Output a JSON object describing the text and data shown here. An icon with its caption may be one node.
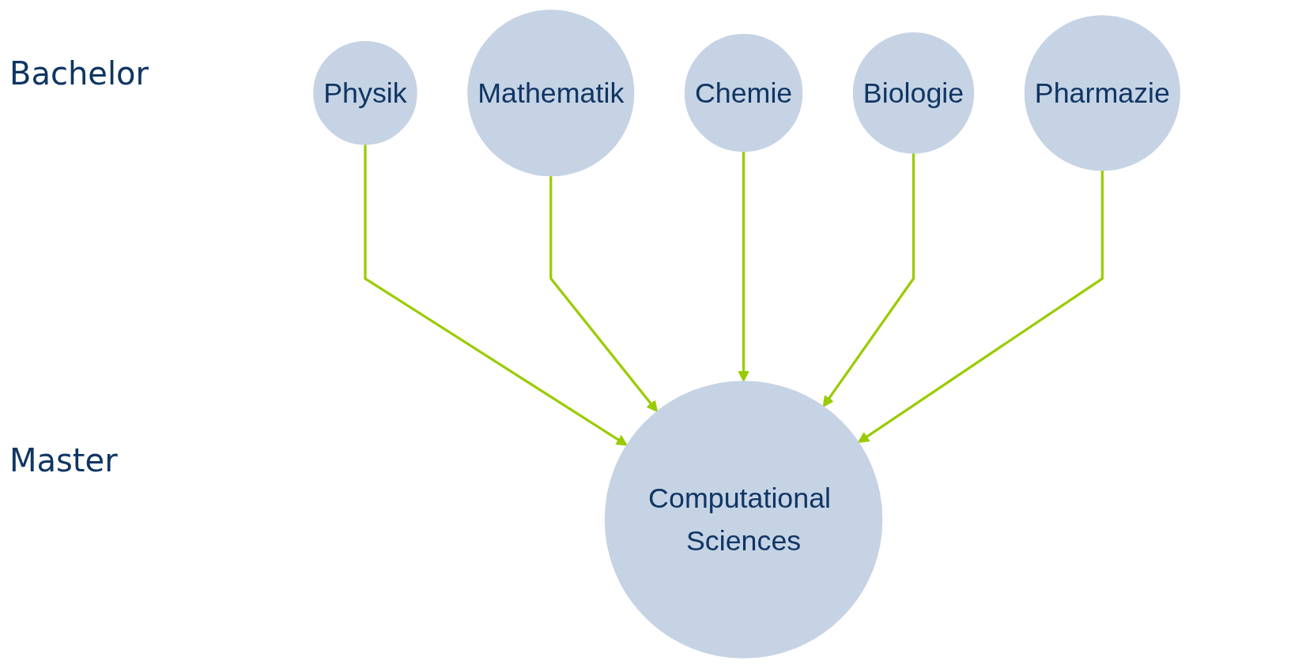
{
  "diagram": {
    "nodes": [
      {
        "text": [
          "Physik"
        ]
      },
      {
        "text": [
          "Mathematik"
        ]
      },
      {
        "text": [
          "Chemie"
        ]
      },
      {
        "text": [
          "Biologie"
        ]
      },
      {
        "text": [
          "Pharmazie"
        ]
      },
      {
        "text": [
          "Computational Sciences"
        ]
      }
    ],
    "edges": [
      {
        "from": 0,
        "to": 5,
        "arrow": "to"
      },
      {
        "from": 1,
        "to": 5,
        "arrow": "to"
      },
      {
        "from": 2,
        "to": 5,
        "arrow": "to"
      },
      {
        "from": 3,
        "to": 5,
        "arrow": "to"
      },
      {
        "from": 4,
        "to": 5,
        "arrow": "to"
      }
    ],
    "labels": [
      "Bachelor",
      "Master"
    ]
  }
}
